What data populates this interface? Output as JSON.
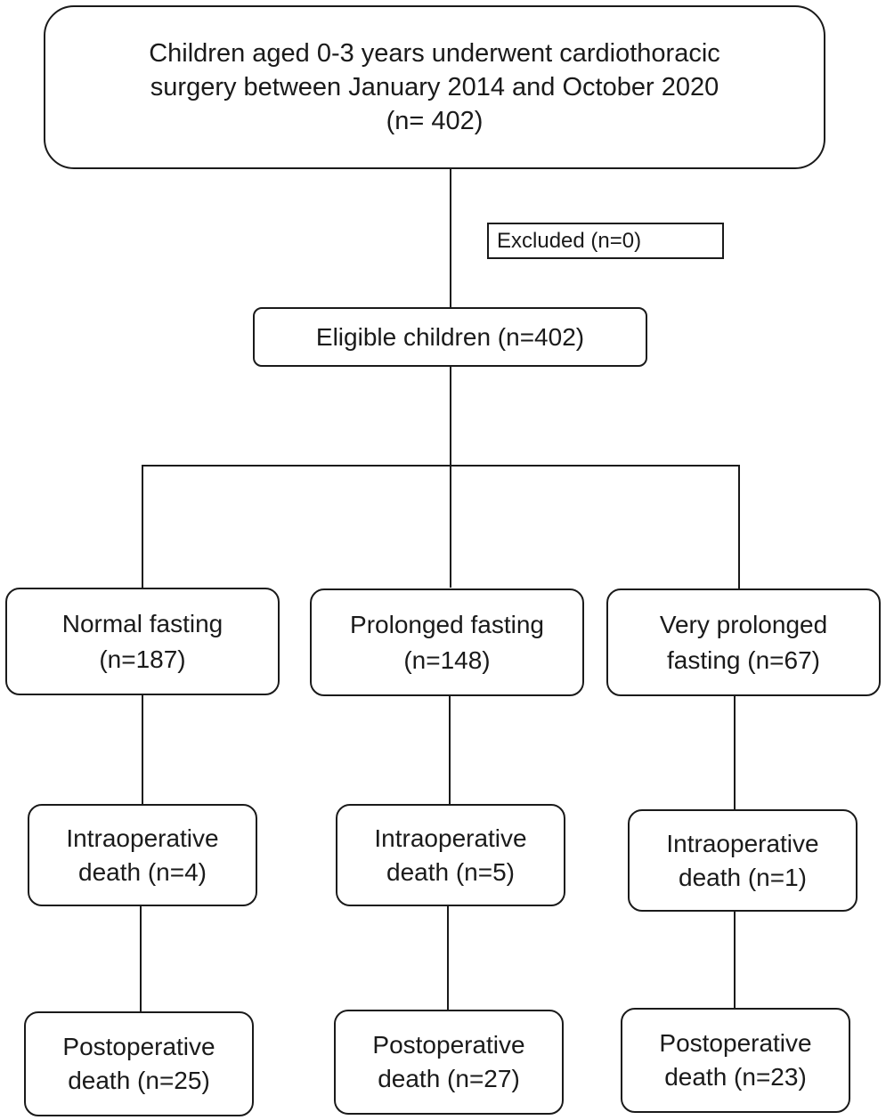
{
  "flowchart": {
    "top": {
      "line1": "Children aged 0-3 years underwent cardiothoracic",
      "line2": "surgery between January 2014 and October 2020",
      "line3": "(n= 402)"
    },
    "excluded": {
      "label": "Excluded (n=0)"
    },
    "eligible": {
      "label": "Eligible children (n=402)"
    },
    "groups": [
      {
        "line1": "Normal fasting",
        "line2": "(n=187)",
        "intraoperative": {
          "line1": "Intraoperative",
          "line2": "death (n=4)"
        },
        "postoperative": {
          "line1": "Postoperative",
          "line2": "death (n=25)"
        }
      },
      {
        "line1": "Prolonged fasting",
        "line2": "(n=148)",
        "intraoperative": {
          "line1": "Intraoperative",
          "line2": "death (n=5)"
        },
        "postoperative": {
          "line1": "Postoperative",
          "line2": "death (n=27)"
        }
      },
      {
        "line1": "Very prolonged",
        "line2": "fasting (n=67)",
        "intraoperative": {
          "line1": "Intraoperative",
          "line2": "death (n=1)"
        },
        "postoperative": {
          "line1": "Postoperative",
          "line2": "death (n=23)"
        }
      }
    ]
  }
}
